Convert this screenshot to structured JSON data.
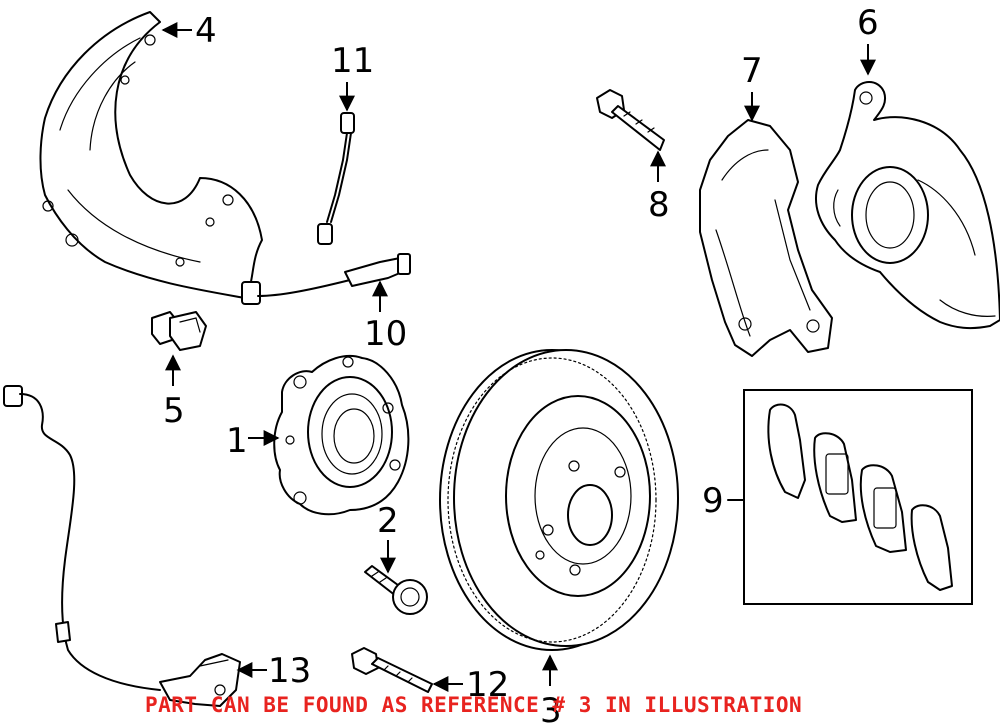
{
  "callouts": {
    "c1": "1",
    "c2": "2",
    "c3": "3",
    "c4": "4",
    "c5": "5",
    "c6": "6",
    "c7": "7",
    "c8": "8",
    "c9": "9",
    "c10": "10",
    "c11": "11",
    "c12": "12",
    "c13": "13"
  },
  "footer_note": "PART CAN BE FOUND AS REFERENCE # 3 IN ILLUSTRATION",
  "colors": {
    "line": "#000000",
    "background": "#ffffff",
    "note": "#e8231f"
  }
}
